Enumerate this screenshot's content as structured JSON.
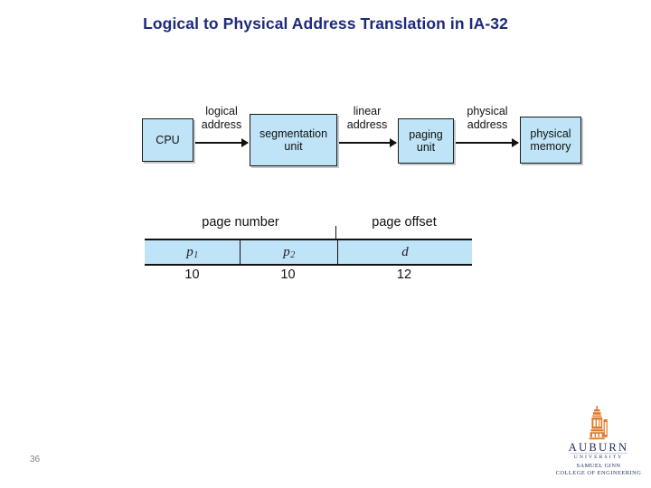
{
  "slide": {
    "title": "Logical to Physical Address Translation in IA-32",
    "title_color": "#1d2a7a",
    "page_number": "36",
    "background_color": "#ffffff"
  },
  "pipeline": {
    "box_fill": "#bfe4f7",
    "box_border": "#1a1a1a",
    "boxes": [
      {
        "id": "cpu",
        "label_line1": "CPU",
        "label_line2": ""
      },
      {
        "id": "segmentation-unit",
        "label_line1": "segmentation",
        "label_line2": "unit"
      },
      {
        "id": "paging-unit",
        "label_line1": "paging",
        "label_line2": "unit"
      },
      {
        "id": "physical-memory",
        "label_line1": "physical",
        "label_line2": "memory"
      }
    ],
    "arrows": [
      {
        "id": "logical-address",
        "label_line1": "logical",
        "label_line2": "address"
      },
      {
        "id": "linear-address",
        "label_line1": "linear",
        "label_line2": "address"
      },
      {
        "id": "physical-address",
        "label_line1": "physical",
        "label_line2": "address"
      }
    ]
  },
  "address_layout": {
    "bar_fill": "#bfe4f7",
    "headers": [
      {
        "id": "page-number",
        "label": "page number"
      },
      {
        "id": "page-offset",
        "label": "page offset"
      }
    ],
    "fields": [
      {
        "id": "p1",
        "symbol": "p",
        "subscript": "1",
        "bits": "10"
      },
      {
        "id": "p2",
        "symbol": "p",
        "subscript": "2",
        "bits": "10"
      },
      {
        "id": "d",
        "symbol": "d",
        "subscript": "",
        "bits": "12"
      }
    ]
  },
  "logo": {
    "wordmark": "AUBURN",
    "subtitle": "UNIVERSITY",
    "college_line1": "SAMUEL GINN",
    "college_line2": "COLLEGE OF ENGINEERING",
    "mark_color": "#e07a28",
    "text_color": "#20305c"
  }
}
